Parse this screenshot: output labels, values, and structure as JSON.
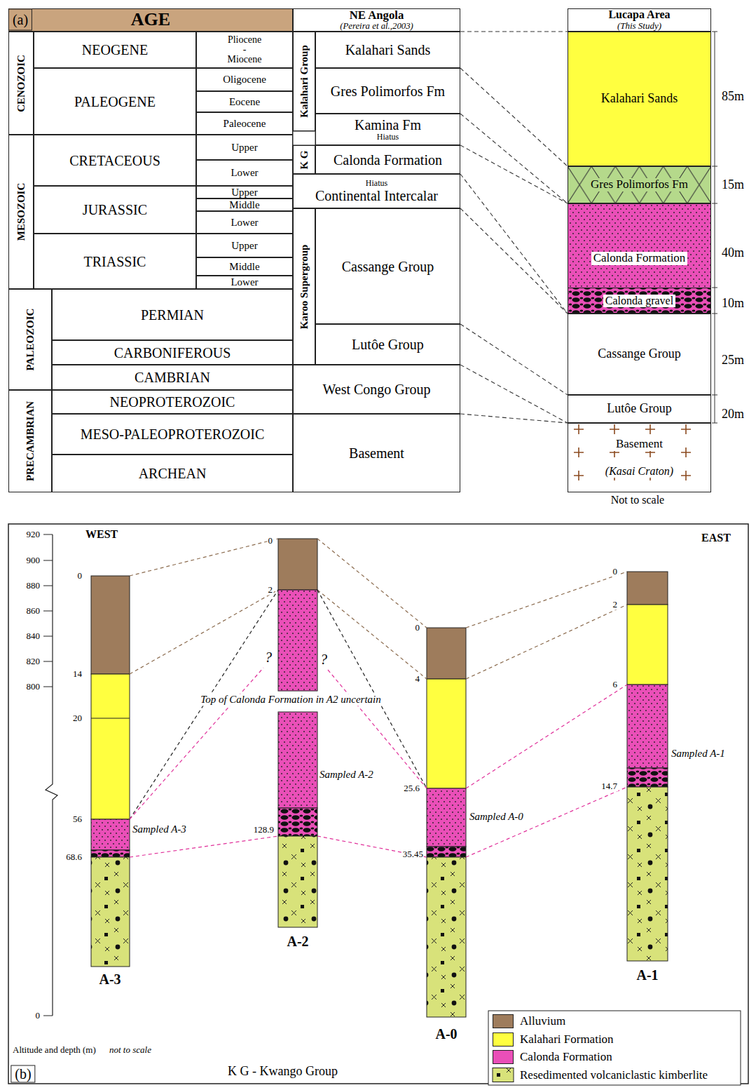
{
  "diagram": {
    "nodes": [
      {
        "text": [
          "AGE"
        ]
      },
      {
        "text": [
          "CENOZOIC"
        ]
      },
      {
        "text": [
          "NEOGENE"
        ]
      },
      {
        "text": [
          "Pliocene",
          "-",
          "Miocene"
        ]
      },
      {
        "text": [
          "PALEOGENE"
        ]
      },
      {
        "text": [
          "Oligocene"
        ]
      },
      {
        "text": [
          "Eocene"
        ]
      },
      {
        "text": [
          "Paleocene"
        ]
      },
      {
        "text": [
          "MESOZOIC"
        ]
      },
      {
        "text": [
          "CRETACEOUS"
        ]
      },
      {
        "text": [
          "Upper"
        ]
      },
      {
        "text": [
          "Lower"
        ]
      },
      {
        "text": [
          "JURASSIC"
        ]
      },
      {
        "text": [
          "Upper"
        ]
      },
      {
        "text": [
          "Middle"
        ]
      },
      {
        "text": [
          "Lower"
        ]
      },
      {
        "text": [
          "TRIASSIC"
        ]
      },
      {
        "text": [
          "Upper"
        ]
      },
      {
        "text": [
          "Middle"
        ]
      },
      {
        "text": [
          "Lower"
        ]
      },
      {
        "text": [
          "PALEOZOIC"
        ]
      },
      {
        "text": [
          "PERMIAN"
        ]
      },
      {
        "text": [
          "CARBONIFEROUS"
        ]
      },
      {
        "text": [
          "CAMBRIAN"
        ]
      },
      {
        "text": [
          "PRECAMBRIAN"
        ]
      },
      {
        "text": [
          "NEOPROTEROZOIC"
        ]
      },
      {
        "text": [
          "MESO-PALEOPROTEROZOIC"
        ]
      },
      {
        "text": [
          "ARCHEAN"
        ]
      },
      {
        "text": [
          "NE Angola",
          "(Pereira et al.,2003)"
        ]
      },
      {
        "text": [
          "Kalahari Group"
        ]
      },
      {
        "text": [
          "Kalahari Sands"
        ]
      },
      {
        "text": [
          "Gres Polimorfos Fm"
        ]
      },
      {
        "text": [
          "Kamina Fm",
          "Hiatus"
        ]
      },
      {
        "text": [
          "K G"
        ]
      },
      {
        "text": [
          "Calonda Formation"
        ]
      },
      {
        "text": [
          "Hiatus",
          "Continental Intercalar"
        ]
      },
      {
        "text": [
          "Karoo Supergroup"
        ]
      },
      {
        "text": [
          "Cassange Group"
        ]
      },
      {
        "text": [
          "Lutôe Group"
        ]
      },
      {
        "text": [
          "West Congo Group"
        ]
      },
      {
        "text": [
          "Basement"
        ]
      },
      {
        "text": [
          "Lucapa Area",
          "(This Study)"
        ]
      },
      {
        "text": [
          "Kalahari Sands"
        ]
      },
      {
        "text": [
          "Gres Polimorfos Fm"
        ]
      },
      {
        "text": [
          "Calonda Formation"
        ]
      },
      {
        "text": [
          "Calonda gravel"
        ],
        "in": 44
      },
      {
        "text": [
          "Cassange Group"
        ]
      },
      {
        "text": [
          "Lutôe Group"
        ]
      },
      {
        "text": [
          "Basement",
          "(Kasai Craton)"
        ]
      }
    ],
    "edges": [
      {
        "from": 28,
        "to": 41,
        "arrow": "none"
      },
      {
        "from": 30,
        "to": 42,
        "arrow": "none"
      },
      {
        "from": 31,
        "to": 43,
        "arrow": "none"
      },
      {
        "from": 32,
        "to": 43,
        "arrow": "none"
      },
      {
        "from": 34,
        "to": 44,
        "arrow": "none"
      },
      {
        "from": 35,
        "to": 46,
        "arrow": "none"
      },
      {
        "from": 37,
        "to": 46,
        "arrow": "none"
      },
      {
        "from": 38,
        "to": 47,
        "arrow": "none"
      },
      {
        "from": 39,
        "to": 48,
        "arrow": "none"
      }
    ],
    "labels": [
      "(a)",
      "85m",
      "15m",
      "40m",
      "10m",
      "25m",
      "20m",
      "Not to scale",
      "920",
      "900",
      "880",
      "860",
      "840",
      "820",
      "800",
      "0",
      "WEST",
      "EAST",
      "0",
      "14",
      "20",
      "56",
      "68.6",
      "Sampled A-3",
      "A-3",
      "0",
      "2",
      "?",
      "?",
      "Top of Calonda Formation in A2 uncertain",
      "Sampled A-2",
      "128.9",
      "A-2",
      "0",
      "4",
      "25.6",
      "Sampled A-0",
      "35.45",
      "A-0",
      "0",
      "2",
      "6",
      "Sampled A-1",
      "14.7",
      "A-1",
      "Altitude and depth (m)",
      "not to scale",
      "(b)",
      "K G - Kwango Group"
    ],
    "legend": [
      {
        "text": "Alluvium",
        "color": "#9e7c5c"
      },
      {
        "text": "Kalahari Formation",
        "color": "#ffff40"
      },
      {
        "text": "Calonda Formation",
        "color": "#ea4fb8"
      },
      {
        "text": "Resedimented volcaniclastic kimberlite"
      }
    ]
  }
}
